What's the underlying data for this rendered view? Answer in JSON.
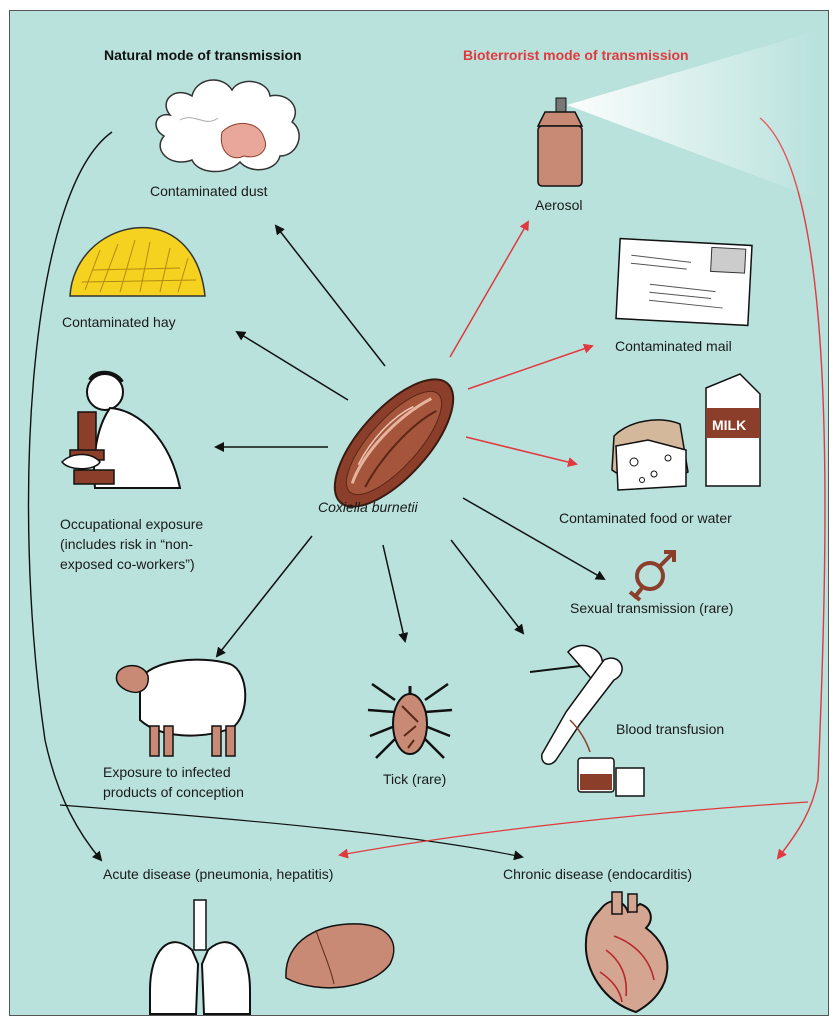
{
  "headings": {
    "natural": "Natural mode of transmission",
    "bioterrorist": "Bioterrorist mode of transmission"
  },
  "center": {
    "label": "Coxiella burnetii"
  },
  "nodes": {
    "dust": "Contaminated dust",
    "hay": "Contaminated hay",
    "occupational": [
      "Occupational exposure",
      "(includes risk in “non-",
      "exposed co-workers”)"
    ],
    "sheep": [
      "Exposure to infected",
      "products of conception"
    ],
    "tick": "Tick (rare)",
    "aerosol": "Aerosol",
    "mail": "Contaminated mail",
    "food": "Contaminated food or water",
    "sexual": "Sexual transmission (rare)",
    "blood": "Blood transfusion"
  },
  "outcomes": {
    "acute": "Acute disease (pneumonia, hepatitis)",
    "chronic": "Chronic disease (endocarditis)"
  },
  "carton_text": "MILK",
  "colors": {
    "background": "#b9e2dd",
    "natural_arrow": "#111111",
    "bioterrorist_arrow": "#e0393e",
    "bioterrorist_heading": "#e0393e",
    "bacterium": "#8b3f2a"
  }
}
